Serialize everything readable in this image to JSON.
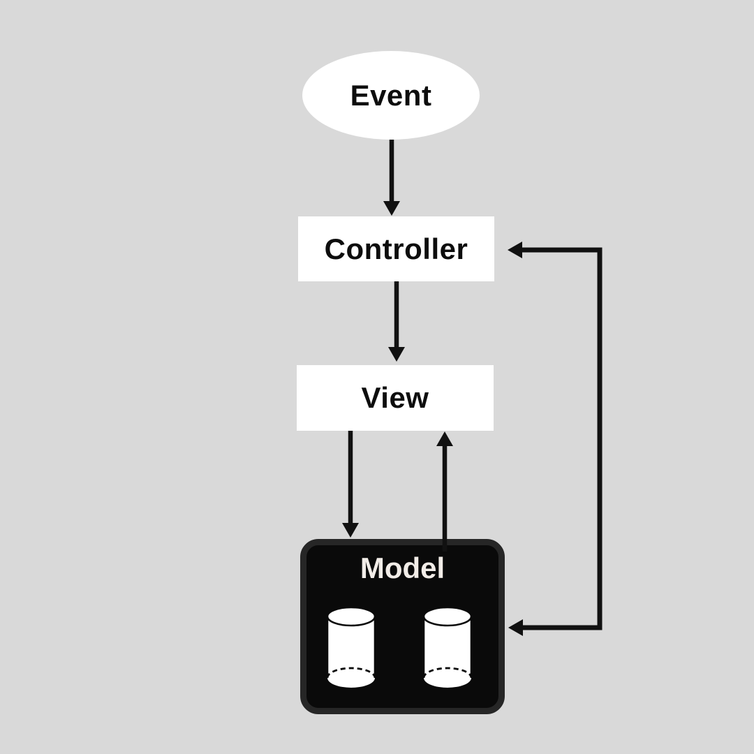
{
  "page": {
    "kind": "mvc-architecture-diagram",
    "background": "#d9d9d9"
  },
  "nodes": {
    "event": {
      "label": "Event",
      "shape": "ellipse",
      "fill": "#ffffff",
      "text_color": "#0d0d0d"
    },
    "controller": {
      "label": "Controller",
      "shape": "rectangle",
      "fill": "#ffffff",
      "text_color": "#0d0d0d"
    },
    "view": {
      "label": "View",
      "shape": "rectangle",
      "fill": "#ffffff",
      "text_color": "#0d0d0d"
    },
    "model": {
      "label": "Model",
      "shape": "rounded-rectangle",
      "fill": "#0a0a0a",
      "border_color": "#262626",
      "text_color": "#f2ede8",
      "icons": [
        "database-icon",
        "database-icon"
      ]
    }
  },
  "connections": [
    {
      "from": "event",
      "to": "controller",
      "type": "arrow",
      "direction": "down"
    },
    {
      "from": "controller",
      "to": "view",
      "type": "arrow",
      "direction": "down"
    },
    {
      "from": "view",
      "to": "model",
      "type": "arrow",
      "direction": "down"
    },
    {
      "from": "model",
      "to": "view",
      "type": "arrow",
      "direction": "up"
    },
    {
      "between": [
        "controller",
        "model"
      ],
      "type": "elbow",
      "route": "right-side",
      "arrowheads": [
        "into-controller",
        "into-model"
      ]
    }
  ],
  "colors": {
    "connector": "#111111",
    "background": "#d9d9d9",
    "node_fill": "#ffffff",
    "model_fill": "#0a0a0a",
    "model_border": "#262626",
    "model_text": "#f2ede8"
  }
}
